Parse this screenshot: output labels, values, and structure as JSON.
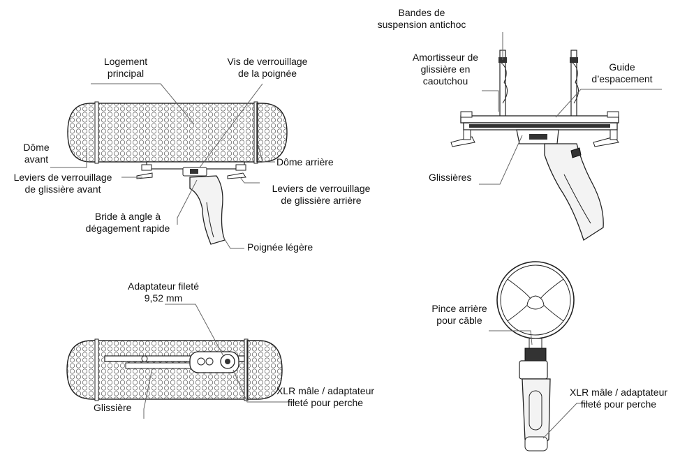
{
  "labels": {
    "logement_principal": [
      "Logement",
      "principal"
    ],
    "vis_verrouillage": [
      "Vis de verrouillage",
      "de la poignée"
    ],
    "dome_avant": [
      "Dôme",
      "avant"
    ],
    "dome_arriere": "Dôme arrière",
    "leviers_avant": [
      "Leviers de verrouillage",
      "de glissière avant"
    ],
    "leviers_arriere": [
      "Leviers de verrouillage",
      "de glissière arrière"
    ],
    "bride": [
      "Bride à angle à",
      "dégagement rapide"
    ],
    "poignee": "Poignée légère",
    "bandes": [
      "Bandes de",
      "suspension antichoc"
    ],
    "amortisseur": [
      "Amortisseur de",
      "glissière en",
      "caoutchou"
    ],
    "guide": [
      "Guide",
      "d’espacement"
    ],
    "glissieres": "Glissières",
    "adaptateur": [
      "Adaptateur fileté",
      "9,52 mm"
    ],
    "glissiere": "Glissière",
    "xlr_bottom": [
      "XLR mâle / adaptateur",
      "fileté pour perche"
    ],
    "pince": [
      "Pince arrière",
      "pour câble"
    ],
    "xlr_right": [
      "XLR mâle / adaptateur",
      "fileté pour perche"
    ]
  }
}
